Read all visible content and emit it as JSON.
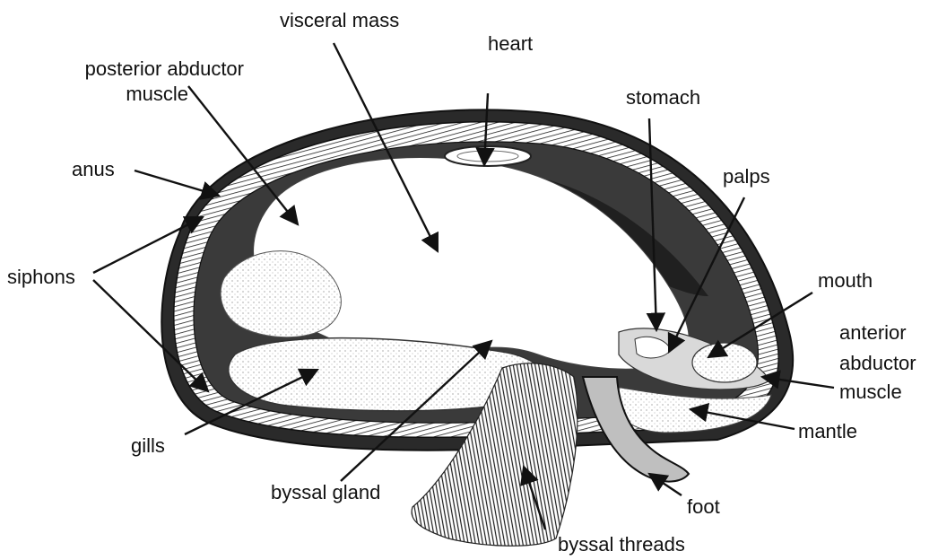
{
  "diagram": {
    "labels": {
      "visceral_mass": "visceral mass",
      "heart": "heart",
      "posterior_abductor_muscle_line1": "posterior abductor",
      "posterior_abductor_muscle_line2": "muscle",
      "stomach": "stomach",
      "anus": "anus",
      "palps": "palps",
      "siphons": "siphons",
      "mouth": "mouth",
      "anterior_abductor_muscle_line1": "anterior",
      "anterior_abductor_muscle_line2": "abductor",
      "anterior_abductor_muscle_line3": "muscle",
      "mantle": "mantle",
      "gills": "gills",
      "byssal_gland": "byssal gland",
      "foot": "foot",
      "byssal_threads": "byssal threads"
    },
    "colors": {
      "ink": "#111111",
      "shell_dark": "#1a1a1a",
      "shell_mid": "#3a3a3a",
      "gill_tint": "#e6e6e6",
      "foot_tint": "#cfcfcf"
    }
  }
}
